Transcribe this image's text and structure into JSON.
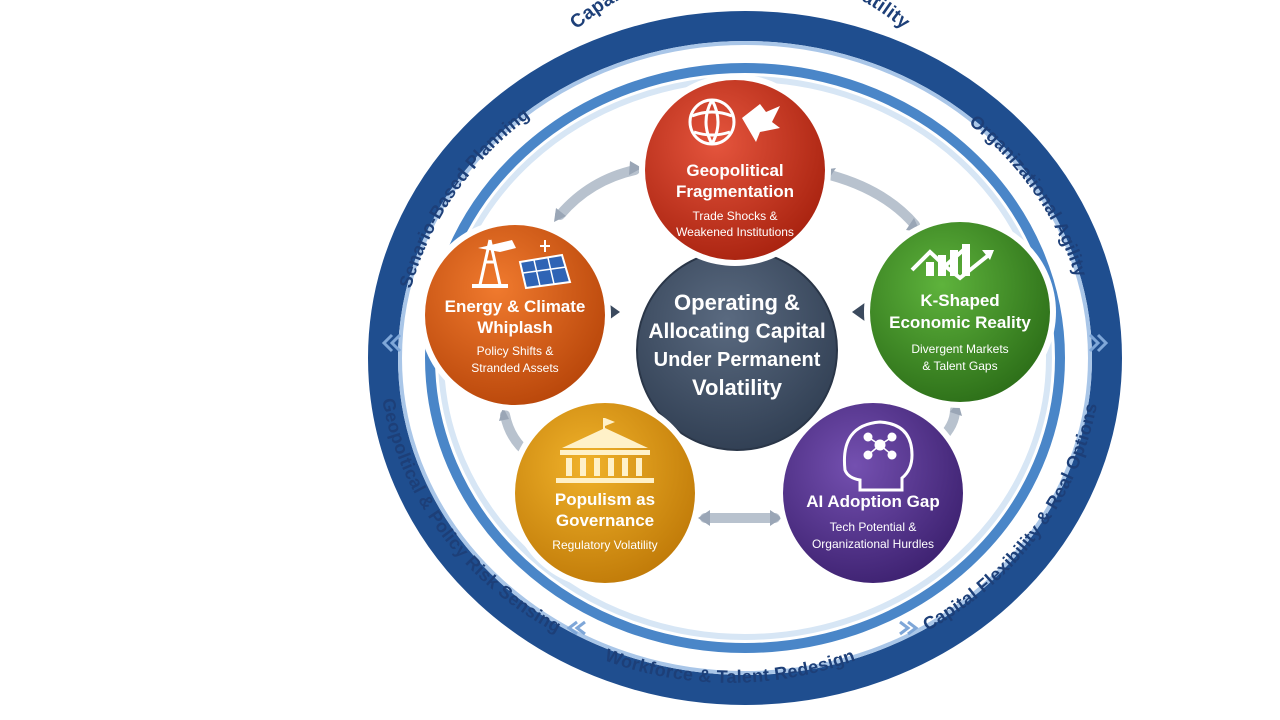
{
  "diagram": {
    "center": {
      "lines": [
        "Operating &",
        "Allocating Capital",
        "Under Permanent",
        "Volatility"
      ]
    },
    "ring_labels": {
      "top": "Capabilities for Advantage in Volatility",
      "left_upper": "Senario-Based Planning",
      "right_upper": "Organizational Agility",
      "left_lower": "Geopoltical & Policy Risk Sensing",
      "right_lower": "Capital Flexibility & Real Options",
      "bottom": "Workforce & Talent Redesign"
    },
    "nodes": [
      {
        "id": "geopolitical",
        "title": [
          "Geopolitical",
          "Fragmentation"
        ],
        "subtitle": [
          "Trade Shocks &",
          "Weakened Institutions"
        ],
        "icon": "globe-shock-icon",
        "color": "#c9321f"
      },
      {
        "id": "k-shaped",
        "title": [
          "K-Shaped",
          "Economic Reality"
        ],
        "subtitle": [
          "Divergent Markets",
          "& Talent Gaps"
        ],
        "icon": "divergent-chart-icon",
        "color": "#3f8e26"
      },
      {
        "id": "ai-adoption",
        "title": [
          "AI Adoption Gap"
        ],
        "subtitle": [
          "Tech Potential &",
          "Organizational Hurdles"
        ],
        "icon": "ai-head-icon",
        "color": "#55338c"
      },
      {
        "id": "populism",
        "title": [
          "Populism as",
          "Governance"
        ],
        "subtitle": [
          "Regulatory Volatility"
        ],
        "icon": "government-building-icon",
        "color": "#d9940c"
      },
      {
        "id": "energy",
        "title": [
          "Energy & Climate",
          "Whiplash"
        ],
        "subtitle": [
          "Policy Shifts &",
          "Stranded Assets"
        ],
        "icon": "oil-rig-solar-icon",
        "color": "#dc5d14"
      }
    ]
  }
}
